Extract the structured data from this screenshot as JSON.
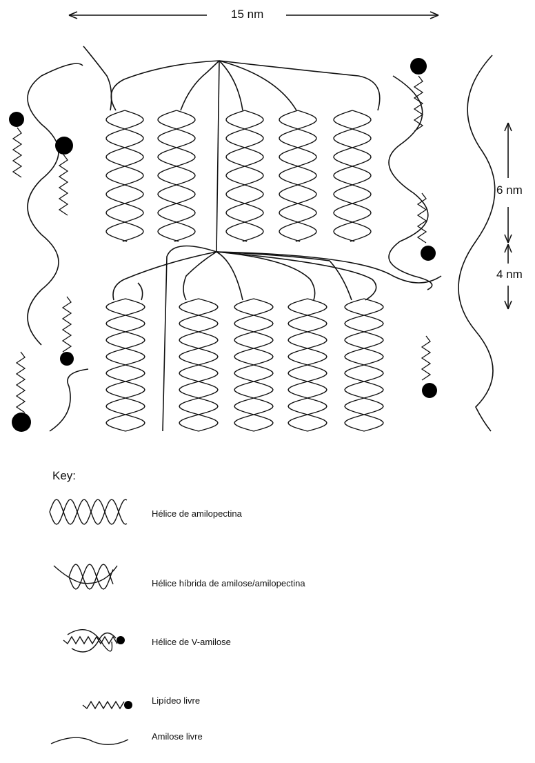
{
  "dimensions": {
    "width_label": "15 nm",
    "period_label": "6 nm",
    "spacing_label": "4 nm"
  },
  "key": {
    "title": "Key:",
    "items": [
      {
        "icon": "amylopectin-helix-icon",
        "label": "Hélice de amilopectina"
      },
      {
        "icon": "hybrid-helix-icon",
        "label": "Hélice híbrida de amilose/amilopectina"
      },
      {
        "icon": "v-amylose-helix-icon",
        "label": "Hélice de V-amilose"
      },
      {
        "icon": "free-lipid-icon",
        "label": "Lipídeo livre"
      },
      {
        "icon": "free-amylose-icon",
        "label": "Amilose livre"
      }
    ]
  },
  "colors": {
    "line": "#111111",
    "background": "#ffffff"
  }
}
